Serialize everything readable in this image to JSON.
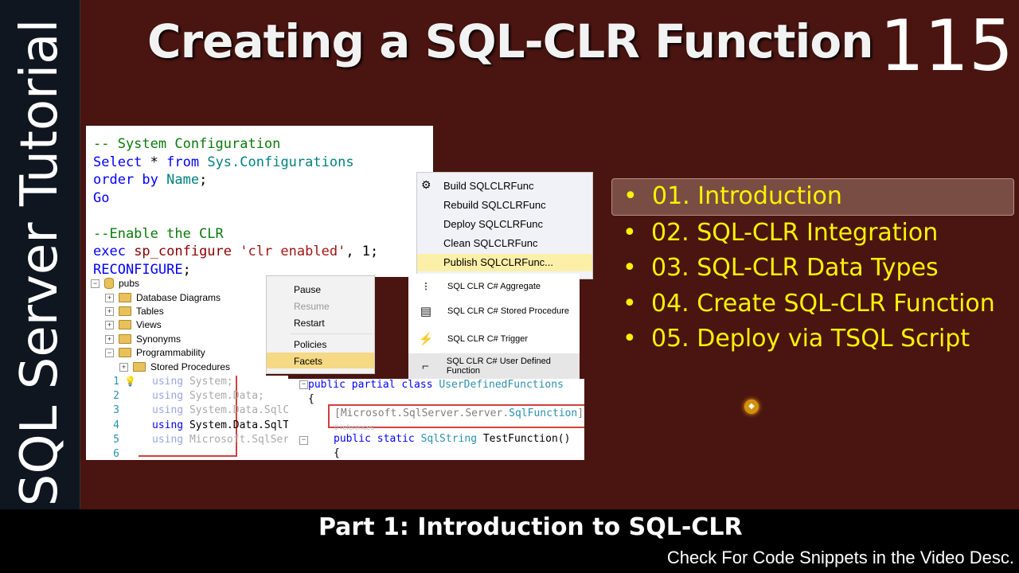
{
  "sidebar": {
    "text": "SQL Server Tutorial"
  },
  "header": {
    "title": "Creating a SQL-CLR Function",
    "episode": "115"
  },
  "sql_code": {
    "l1": "-- System Configuration",
    "l2_select": "Select",
    "l2_star": " * ",
    "l2_from": "from",
    "l2_obj": " Sys.Configurations",
    "l3_order": "order by",
    "l3_name": " Name",
    "l3_end": ";",
    "l4": "Go",
    "l6": "--Enable the CLR",
    "l7_exec": "exec",
    "l7_proc": " sp_configure ",
    "l7_str": "'clr enabled'",
    "l7_rest": ", 1;",
    "l8_reconf": "RECONFIGURE",
    "l8_end": ";"
  },
  "object_explorer": {
    "items": [
      {
        "label": "pubs"
      },
      {
        "label": "Database Diagrams"
      },
      {
        "label": "Tables"
      },
      {
        "label": "Views"
      },
      {
        "label": "Synonyms"
      },
      {
        "label": "Programmability"
      },
      {
        "label": "Stored Procedures"
      }
    ]
  },
  "context_menu": {
    "items": [
      "Pause",
      "Resume",
      "Restart",
      "Policies",
      "Facets"
    ]
  },
  "build_menu": {
    "items": [
      "Build SQLCLRFunc",
      "Rebuild SQLCLRFunc",
      "Deploy SQLCLRFunc",
      "Clean SQLCLRFunc",
      "Publish SQLCLRFunc..."
    ]
  },
  "templates": {
    "items": [
      "SQL CLR C# Aggregate",
      "SQL CLR C# Stored Procedure",
      "SQL CLR C# Trigger",
      "SQL CLR C# User Defined Function"
    ]
  },
  "code_left": {
    "line_numbers": [
      "1",
      "2",
      "3",
      "4",
      "5",
      "6"
    ],
    "lines": [
      {
        "kw": "using",
        "rest": " System;"
      },
      {
        "kw": "using",
        "rest": " System.Data;"
      },
      {
        "kw": "using",
        "rest": " System.Data.SqlC"
      },
      {
        "kw": "using",
        "rest": " System.Data.SqlT"
      },
      {
        "kw": "using",
        "rest": " Microsoft.SqlSer"
      }
    ]
  },
  "code_right": {
    "l1_kw": "public partial class",
    "l1_type": " UserDefinedFunctions",
    "l2": "{",
    "l3_attr_pre": "[Microsoft.SqlServer.Server.",
    "l3_attr_type": "SqlFunction",
    "l3_attr_post": "]",
    "refs": "0 references",
    "l4_kw": "public static",
    "l4_type": " SqlString",
    "l4_rest": " TestFunction()",
    "l5": "{"
  },
  "topics": {
    "items": [
      "01. Introduction",
      "02. SQL-CLR Integration",
      "03. SQL-CLR Data Types",
      "04. Create SQL-CLR Function",
      "05. Deploy via TSQL Script"
    ],
    "bullet": "•",
    "active_index": 0
  },
  "footer": {
    "title": "Part 1: Introduction to SQL-CLR",
    "note": "Check For Code Snippets in the Video Desc."
  },
  "colors": {
    "background": "#4a1510",
    "sidebar": "#0f1620",
    "topic_text": "#fff100",
    "topic_highlight": "#7a4d44"
  }
}
